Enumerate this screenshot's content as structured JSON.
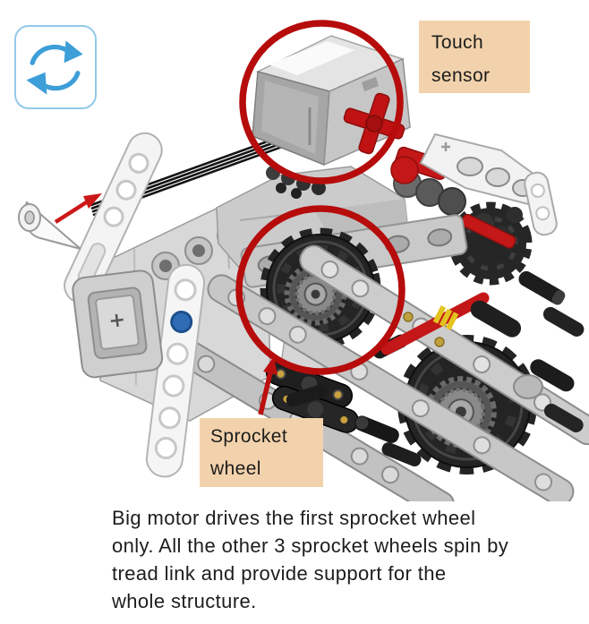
{
  "colors": {
    "annotation_red": "#b60c0c",
    "lego_red": "#c41717",
    "label_bg": "#f2d2ac",
    "label_text": "#1c1c1c",
    "icon_blue": "#3d9ed8",
    "icon_border": "#93c9e8",
    "caption_text": "#1d1d1d"
  },
  "icons": {
    "rotate": "circular-arrows-clockwise"
  },
  "labels": {
    "touch_sensor": {
      "line1": "Touch",
      "line2": "sensor"
    },
    "sprocket_wheel": {
      "line1": "Sprocket",
      "line2": "wheel"
    }
  },
  "caption": {
    "lines": [
      "Big motor drives the first sprocket wheel",
      "only. All the other 3 sprocket wheels spin by",
      "tread link and provide support for the",
      "whole structure."
    ]
  }
}
